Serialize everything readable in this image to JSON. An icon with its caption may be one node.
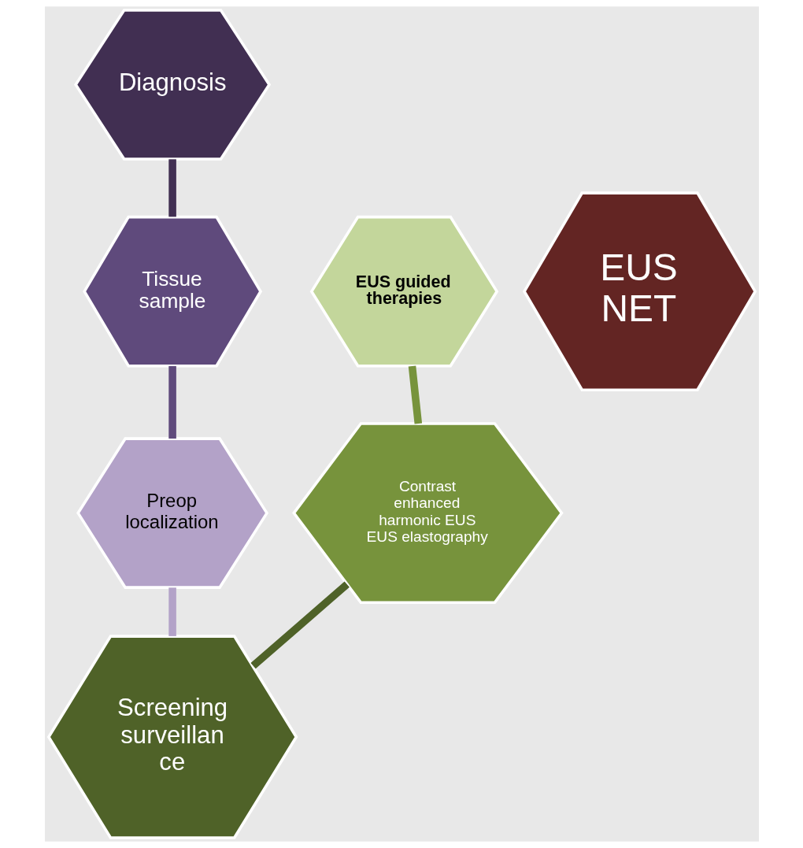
{
  "diagram": {
    "nodes": [
      {
        "text": [
          "Diagnosis"
        ]
      },
      {
        "text": [
          "EUS guided therapies"
        ]
      },
      {
        "text": [
          "EUS NET"
        ]
      },
      {
        "text": [
          "Tissue sample"
        ]
      },
      {
        "text": [
          "Contrast enhanced harmonic EUS",
          "EUS elastography"
        ]
      },
      {
        "text": [
          "Preop localization"
        ]
      },
      {
        "text": [
          "Screening surveillan ce"
        ]
      }
    ],
    "edges": [
      {
        "from": 0,
        "to": 3,
        "arrow": "none",
        "color": "#412f52"
      },
      {
        "from": 3,
        "to": 5,
        "arrow": "none",
        "color": "#5f4a7c"
      },
      {
        "from": 5,
        "to": 6,
        "arrow": "none",
        "color": "#b3a2c8"
      },
      {
        "from": 6,
        "to": 4,
        "arrow": "none",
        "color": "#4f6228"
      },
      {
        "from": 4,
        "to": 1,
        "arrow": "none",
        "color": "#77933c"
      }
    ]
  }
}
